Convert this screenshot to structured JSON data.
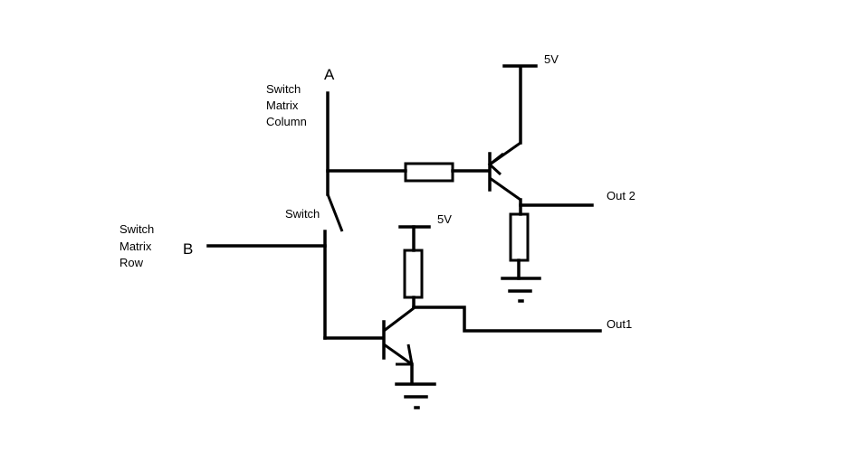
{
  "labels": {
    "column_letter": "A",
    "column_line1": "Switch",
    "column_line2": "Matrix",
    "column_line3": "Column",
    "row_letter": "B",
    "row_line1": "Switch",
    "row_line2": "Matrix",
    "row_line3": "Row",
    "switch": "Switch",
    "supply_top": "5V",
    "supply_bottom": "5V",
    "out2": "Out 2",
    "out1": "Out1"
  },
  "colors": {
    "ink": "#000000",
    "background": "#ffffff"
  }
}
